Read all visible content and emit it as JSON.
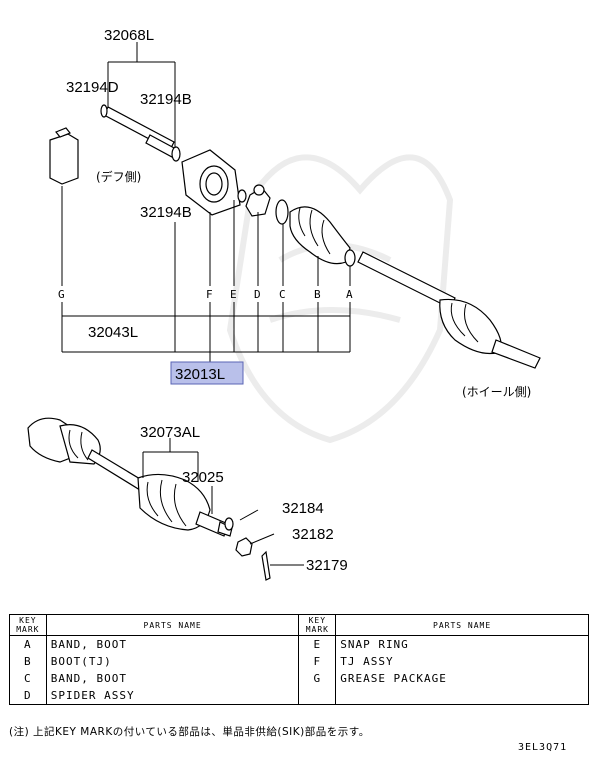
{
  "labels": {
    "p32068L": "32068L",
    "p32194D": "32194D",
    "p32194B_top": "32194B",
    "p32194B_mid": "32194B",
    "def_side": "(デフ側)",
    "p32043L": "32043L",
    "p32013L": "32013L",
    "wheel_side": "(ホイール側)",
    "p32073AL": "32073AL",
    "p32025": "32025",
    "p32184": "32184",
    "p32182": "32182",
    "p32179": "32179"
  },
  "key_letters": {
    "g": "G",
    "f": "F",
    "e": "E",
    "d": "D",
    "c": "C",
    "b": "B",
    "a": "A"
  },
  "colors": {
    "highlight": "#b9c0ea",
    "highlight_border": "#5a64b4",
    "watermark": "#ececec"
  },
  "table": {
    "header": {
      "key": "KEY MARK",
      "name": "PARTS NAME"
    },
    "rows": [
      {
        "key1": "A",
        "name1": "BAND, BOOT",
        "key2": "E",
        "name2": "SNAP RING"
      },
      {
        "key1": "B",
        "name1": "BOOT(TJ)",
        "key2": "F",
        "name2": "TJ ASSY"
      },
      {
        "key1": "C",
        "name1": "BAND, BOOT",
        "key2": "G",
        "name2": "GREASE PACKAGE"
      },
      {
        "key1": "D",
        "name1": "SPIDER ASSY",
        "key2": "",
        "name2": ""
      }
    ]
  },
  "footnote": "(注) 上記KEY MARKの付いている部品は、単品非供給(SIK)部品を示す。",
  "diagram_code": "3EL3Q71"
}
